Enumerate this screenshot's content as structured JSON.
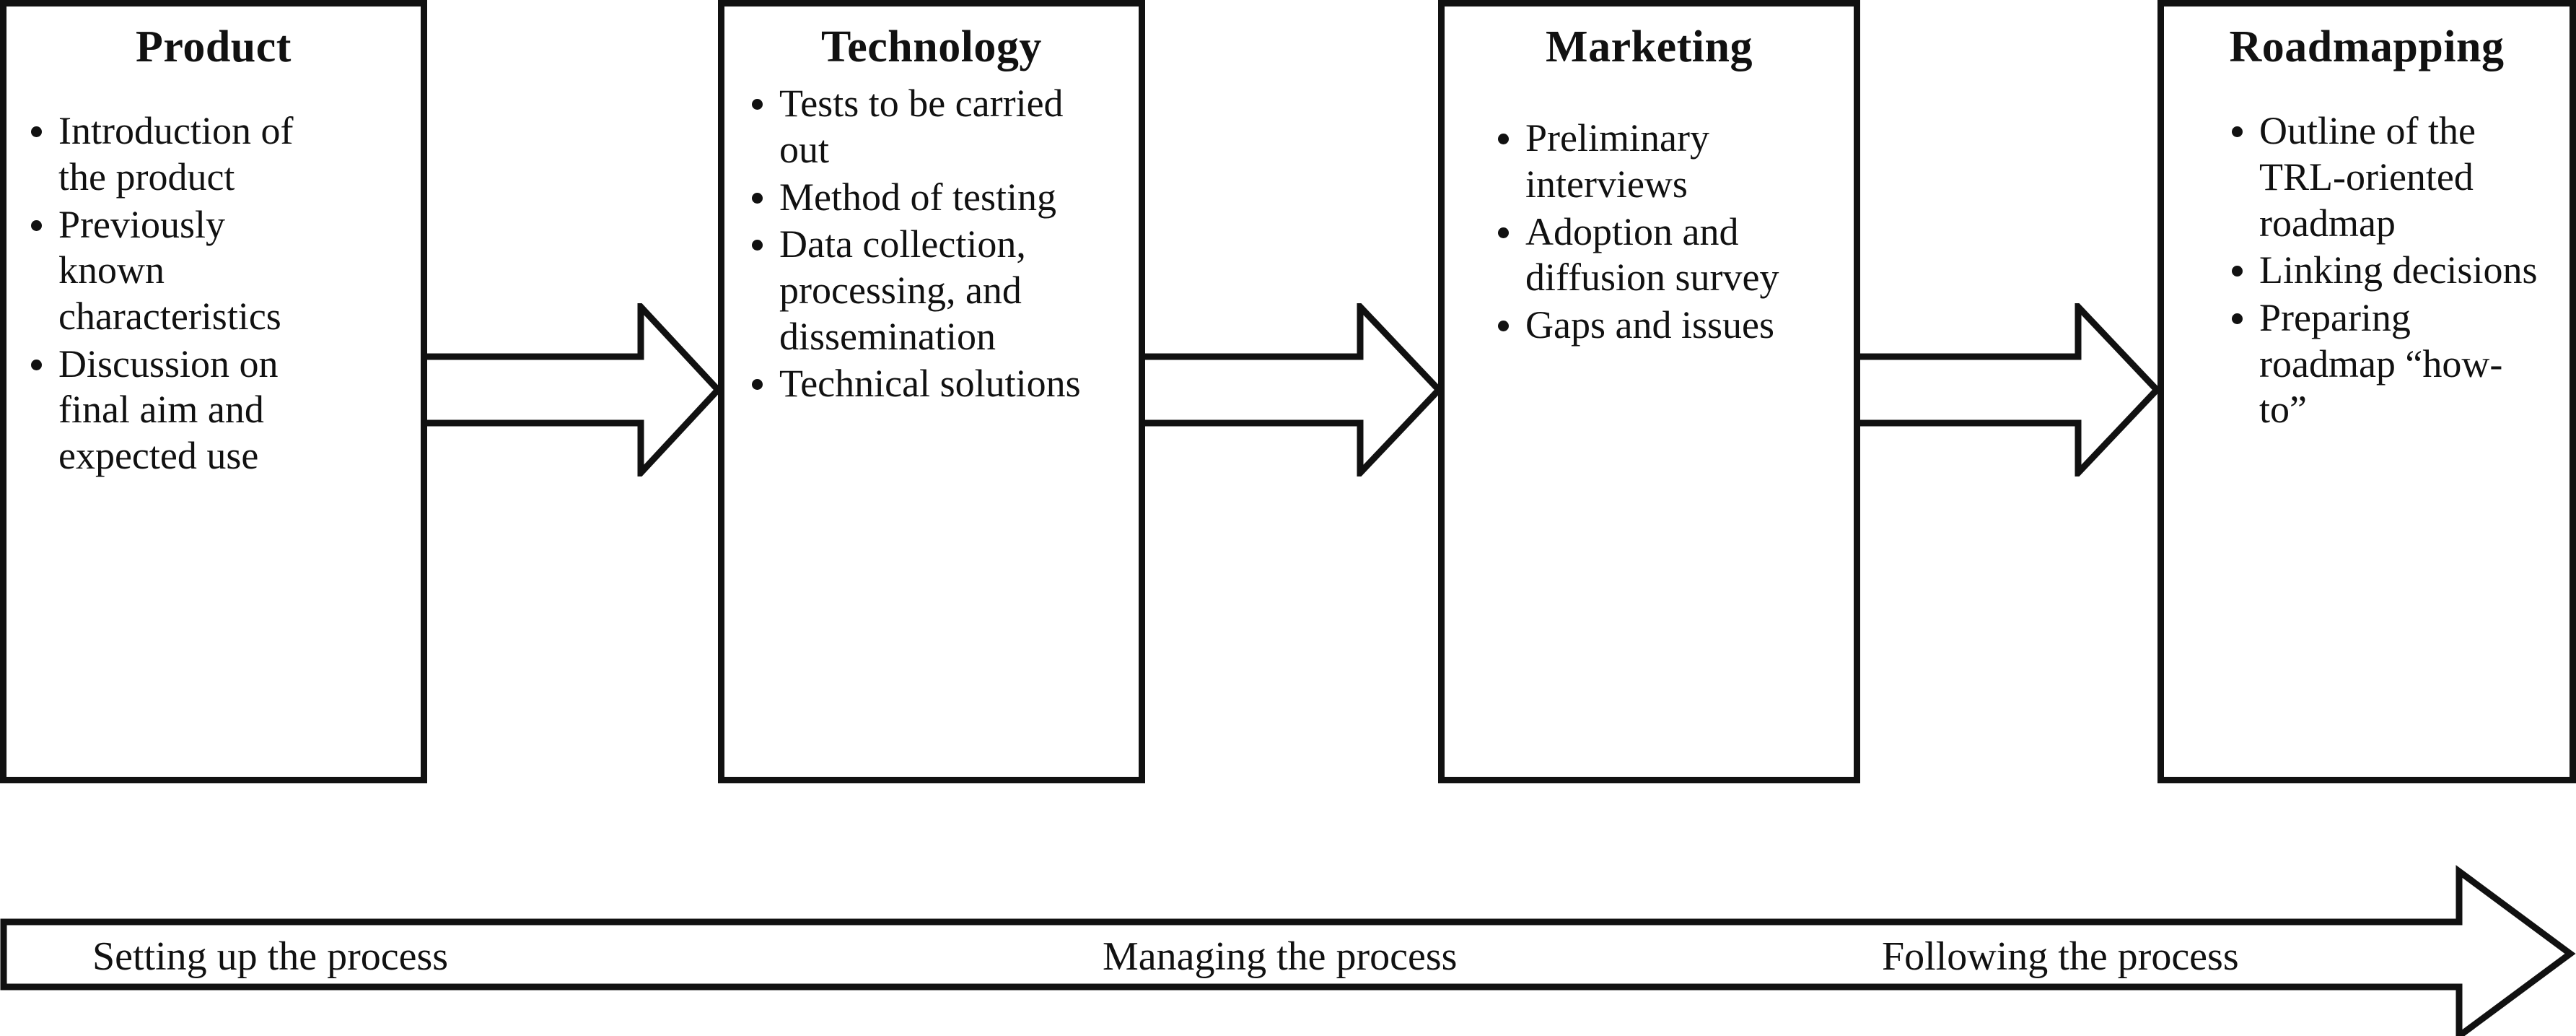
{
  "diagram": {
    "type": "process-flow",
    "title_visible": false,
    "stroke_color": "#111111",
    "background_color": "#ffffff",
    "stages": [
      {
        "id": "product",
        "title": "Product",
        "bullets": [
          "Introduction of the product",
          "Previously known characteristics",
          "Discussion on final aim and expected use"
        ]
      },
      {
        "id": "technology",
        "title": "Technology",
        "bullets": [
          "Tests to be carried out",
          "Method of testing",
          "Data collection, processing, and dissemination",
          "Technical solutions"
        ]
      },
      {
        "id": "marketing",
        "title": "Marketing",
        "bullets": [
          "Preliminary interviews",
          "Adoption and diffusion survey",
          "Gaps and issues"
        ]
      },
      {
        "id": "roadmapping",
        "title": "Roadmapping",
        "bullets": [
          "Outline of the TRL-oriented roadmap",
          "Linking decisions",
          "Preparing roadmap “how-to”"
        ]
      }
    ],
    "connectors": [
      {
        "id": "connector-product-technology",
        "from": "product",
        "to": "technology",
        "direction": "right"
      },
      {
        "id": "connector-technology-marketing",
        "from": "technology",
        "to": "marketing",
        "direction": "right"
      },
      {
        "id": "connector-marketing-roadmapping",
        "from": "marketing",
        "to": "roadmapping",
        "direction": "right"
      }
    ],
    "process_arrow": {
      "id": "process-timeline-arrow",
      "direction": "right",
      "labels": [
        "Setting up the process",
        "Managing the process",
        "Following the process"
      ]
    }
  }
}
